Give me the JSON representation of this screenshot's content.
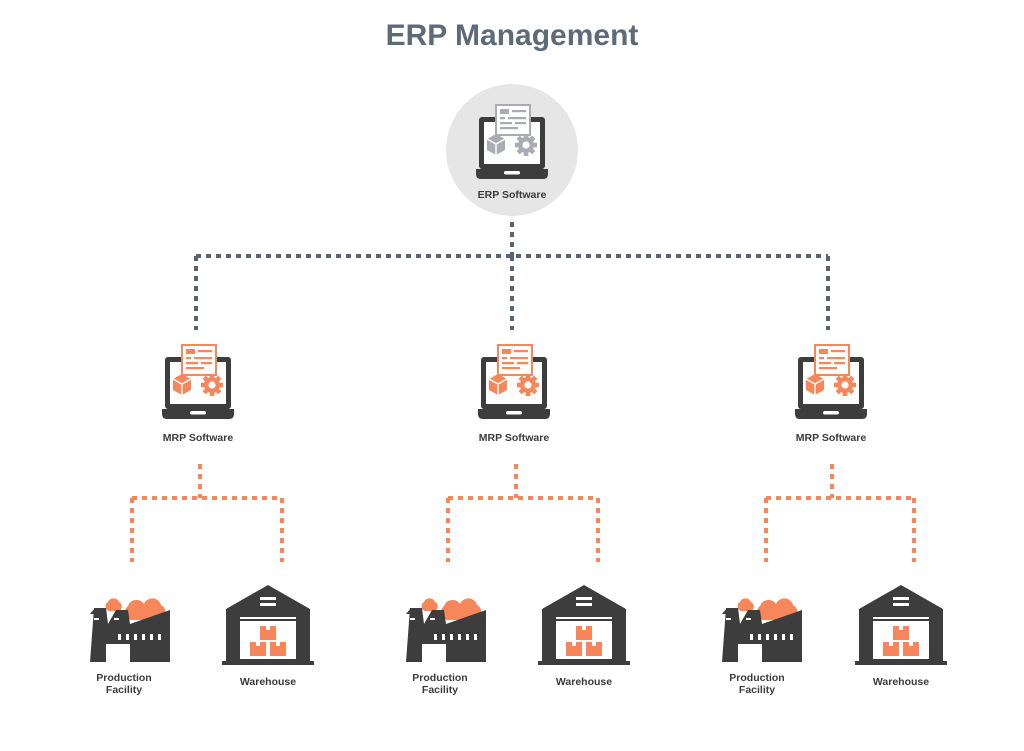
{
  "title": "ERP  Management",
  "erp": {
    "label": "ERP Software"
  },
  "mrp_nodes": [
    {
      "label": "MRP Software"
    },
    {
      "label": "MRP Software"
    },
    {
      "label": "MRP Software"
    }
  ],
  "facilities": [
    {
      "production_line1": "Production",
      "production_line2": "Facility",
      "warehouse": "Warehouse"
    },
    {
      "production_line1": "Production",
      "production_line2": "Facility",
      "warehouse": "Warehouse"
    },
    {
      "production_line1": "Production",
      "production_line2": "Facility",
      "warehouse": "Warehouse"
    }
  ],
  "colors": {
    "accent": "#f7875a",
    "dark": "#3d3d3d",
    "title": "#5d6b78",
    "erp_circle": "#e6e6e6",
    "erp_connector": "#5c6370"
  }
}
